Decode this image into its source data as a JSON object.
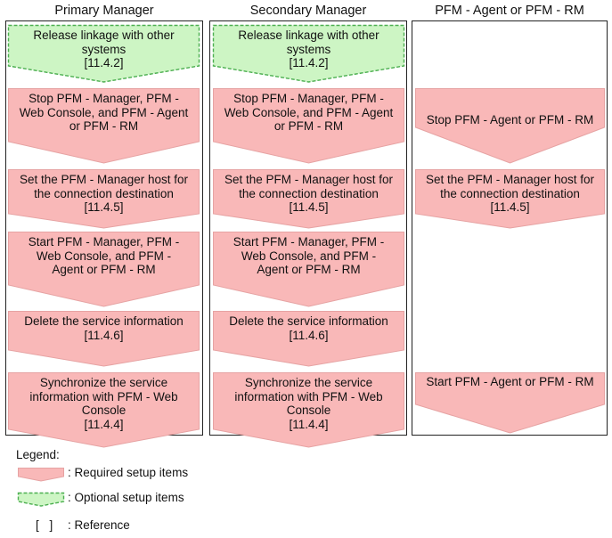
{
  "columns": [
    {
      "title": "Primary Manager"
    },
    {
      "title": "Secondary Manager"
    },
    {
      "title": "PFM - Agent or PFM - RM"
    }
  ],
  "primary_steps": [
    {
      "text": "Release linkage with other\nsystems\n[11.4.2]",
      "kind": "optional"
    },
    {
      "text": "Stop PFM - Manager, PFM -\nWeb Console, and PFM - Agent\nor PFM - RM",
      "kind": "required"
    },
    {
      "text": "Set the PFM - Manager host for\nthe connection destination\n[11.4.5]",
      "kind": "required"
    },
    {
      "text": "Start PFM - Manager, PFM -\nWeb Console, and PFM -\nAgent or PFM - RM",
      "kind": "required"
    },
    {
      "text": "Delete the service information\n[11.4.6]",
      "kind": "required"
    },
    {
      "text": "Synchronize the service\ninformation with PFM - Web\nConsole\n[11.4.4]",
      "kind": "required"
    }
  ],
  "secondary_steps": [
    {
      "text": "Release linkage with other\nsystems\n[11.4.2]",
      "kind": "optional"
    },
    {
      "text": "Stop PFM - Manager, PFM -\nWeb Console, and PFM - Agent\nor PFM - RM",
      "kind": "required"
    },
    {
      "text": "Set the PFM - Manager host for\nthe connection destination\n[11.4.5]",
      "kind": "required"
    },
    {
      "text": "Start PFM - Manager, PFM -\nWeb Console, and PFM -\nAgent or PFM - RM",
      "kind": "required"
    },
    {
      "text": "Delete the service information\n[11.4.6]",
      "kind": "required"
    },
    {
      "text": "Synchronize the service\ninformation with PFM - Web\nConsole\n[11.4.4]",
      "kind": "required"
    }
  ],
  "agent_steps": [
    {
      "text": "Stop PFM - Agent or PFM - RM",
      "kind": "required"
    },
    {
      "text": "Set the PFM - Manager host for\nthe connection destination\n[11.4.5]",
      "kind": "required"
    },
    {
      "text": "Start PFM - Agent or PFM - RM",
      "kind": "required"
    }
  ],
  "legend": {
    "title": "Legend:",
    "required": ": Required setup items",
    "optional": ": Optional setup items",
    "reference_symbol": "[ ]",
    "reference": ": Reference"
  },
  "colors": {
    "required_fill": "#f9b8b8",
    "required_stroke": "#e6a3a3",
    "optional_fill": "#cdf5c4",
    "optional_stroke": "#4caf50",
    "frame": "#222222"
  }
}
